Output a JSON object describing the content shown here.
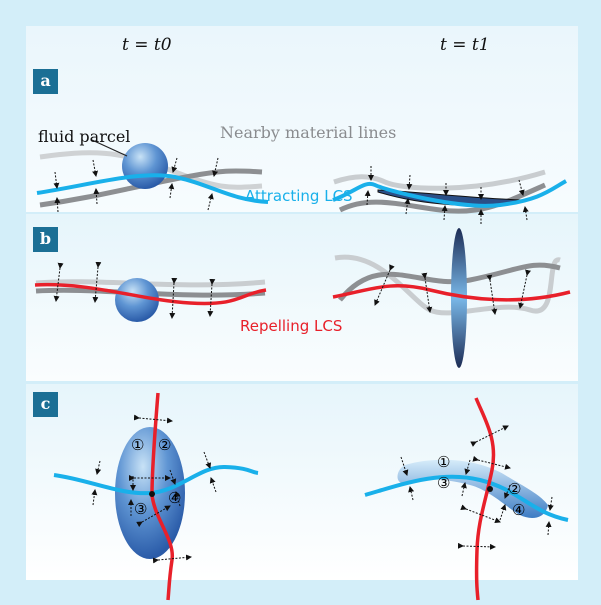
{
  "headers": {
    "t0": "t = t0",
    "t1": "t = t1"
  },
  "panels": {
    "a": {
      "label": "a",
      "fluid_parcel": "fluid parcel",
      "material_lines": "Nearby material lines",
      "lcs": "Attracting LCS"
    },
    "b": {
      "label": "b",
      "lcs": "Repelling LCS"
    },
    "c": {
      "label": "c",
      "left_markers": [
        "①",
        "②",
        "③",
        "④"
      ],
      "right_markers": [
        "①",
        "②",
        "③",
        "④"
      ]
    }
  },
  "colors": {
    "attracting": "#19b0ea",
    "repelling": "#e8202a",
    "label_bg": "#1b6f95",
    "background": "#d3eef9"
  }
}
